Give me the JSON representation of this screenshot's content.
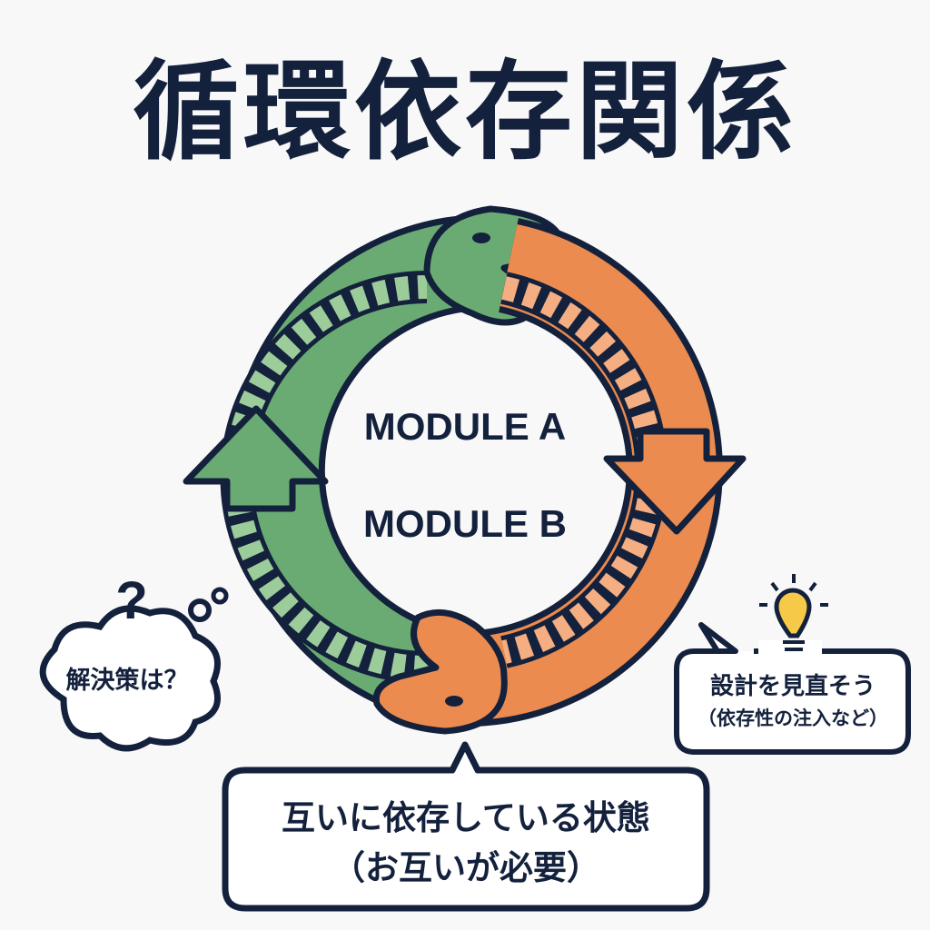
{
  "title": "循環依存関係",
  "modules": {
    "a": "MODULE A",
    "b": "MODULE B"
  },
  "thought_bubble": {
    "mark": "?",
    "text": "解決策は？"
  },
  "idea_bubble": {
    "line1": "設計を見直そう",
    "line2": "（依存性の注入など）"
  },
  "main_bubble": {
    "line1": "互いに依存している状態",
    "line2": "（お互いが必要）"
  },
  "colors": {
    "navy": "#14213d",
    "green": "#6aab73",
    "orange": "#ec8b4f",
    "bulb": "#f7c948"
  }
}
